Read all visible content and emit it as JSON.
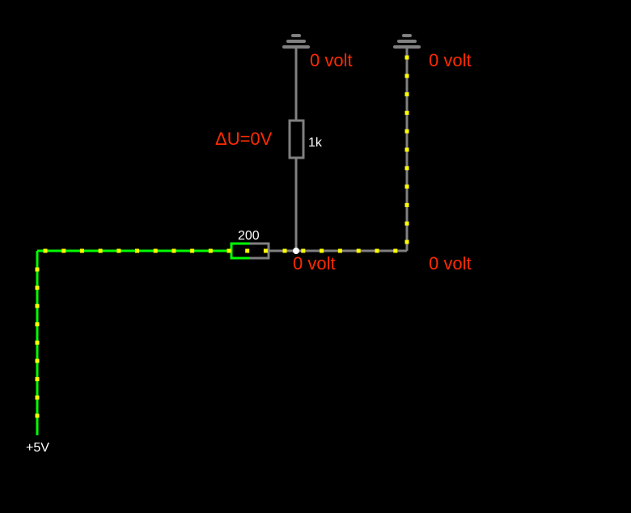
{
  "labels": {
    "v_top_left": "0 volt",
    "v_top_right": "0 volt",
    "v_mid_left": "0 volt",
    "v_mid_right": "0 volt",
    "delta_u": "ΔU=0V",
    "r1_value": "1k",
    "r2_value": "200",
    "source": "+5V"
  },
  "colors": {
    "wire": "#808080",
    "active": "#00ff00",
    "current_dot": "#ffff00",
    "voltage_text": "#ff2a00"
  }
}
